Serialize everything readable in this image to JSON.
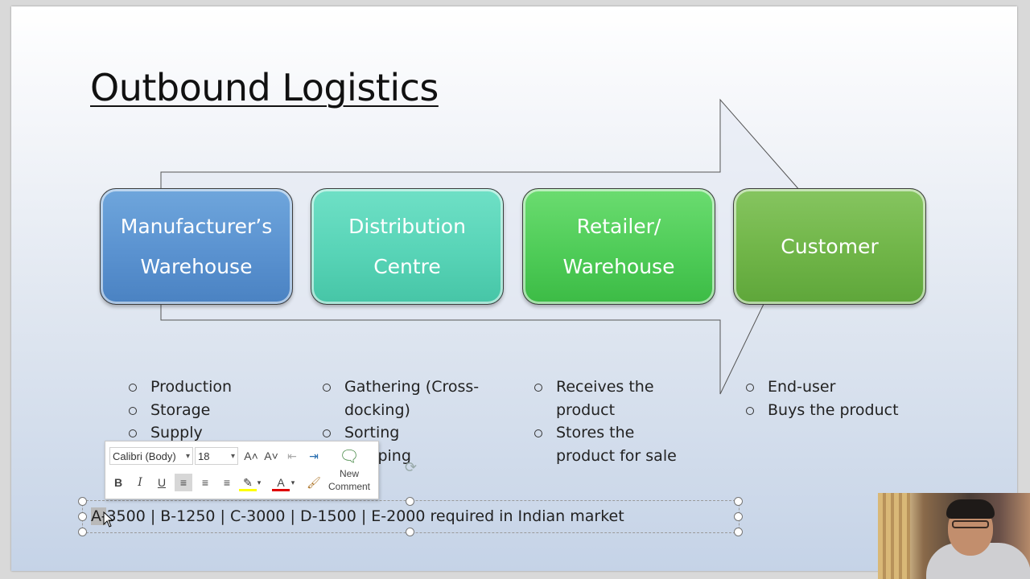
{
  "slide": {
    "title": "Outbound Logistics",
    "flow_steps": [
      {
        "label": "Manufacturer’s\nWarehouse",
        "color": "#5b94d1"
      },
      {
        "label": "Distribution\nCentre",
        "color": "#58d4b7"
      },
      {
        "label": "Retailer/\nWarehouse",
        "color": "#4fcc58"
      },
      {
        "label": "Customer",
        "color": "#70b548"
      }
    ],
    "bullets": [
      [
        "Production",
        "Storage",
        "Supply"
      ],
      [
        "Gathering (Cross-docking)",
        "Sorting",
        "Shipping"
      ],
      [
        "Receives the product",
        "Stores the product for sale"
      ],
      [
        "End-user",
        "Buys the product"
      ]
    ],
    "text_box": {
      "selected": "A-",
      "rest": "3500 | B-1250 | C-3000 | D-1500 | E-2000 required in Indian market"
    }
  },
  "mini_toolbar": {
    "font": "Calibri (Body)",
    "size": "18",
    "grow_font": "A˄",
    "shrink_font": "A˅",
    "bold": "B",
    "italic": "I",
    "underline": "U",
    "font_color_letter": "A",
    "new_comment_label": "New\nComment"
  }
}
